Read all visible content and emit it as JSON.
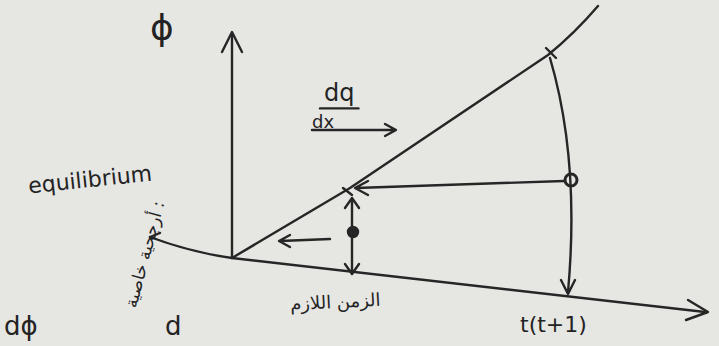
{
  "diagram": {
    "labels": [
      "ϕ",
      "dq",
      "dx",
      "equilibrium",
      "أرجحية خاصية :",
      "الزمن اللازم",
      "t(t+1)",
      "dϕ",
      "d"
    ]
  }
}
